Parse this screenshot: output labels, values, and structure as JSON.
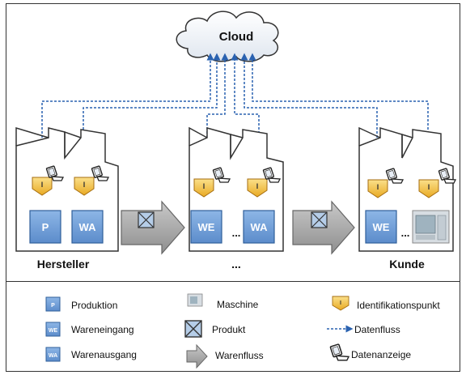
{
  "cloud_label": "Cloud",
  "sites": [
    {
      "caption": "Hersteller",
      "boxes": [
        "P",
        "WA"
      ],
      "separator": ""
    },
    {
      "caption": "...",
      "boxes": [
        "WE",
        "WA"
      ],
      "separator": "..."
    },
    {
      "caption": "Kunde",
      "boxes": [
        "WE"
      ],
      "separator": "..."
    }
  ],
  "identifikation_symbol": "I",
  "legend": {
    "produktion": {
      "abbr": "P",
      "label": "Produktion"
    },
    "wareneingang": {
      "abbr": "WE",
      "label": "Wareneingang"
    },
    "warenausgang": {
      "abbr": "WA",
      "label": "Warenausgang"
    },
    "maschine": "Maschine",
    "produkt": "Produkt",
    "warenfluss": "Warenfluss",
    "identifikationspunkt": "Identifikationspunkt",
    "datenfluss": "Datenfluss",
    "datenanzeige": "Datenanzeige"
  },
  "colors": {
    "box_fill": "#6f9fd8",
    "box_stroke": "#2f5f9a",
    "id_fill": "#f5c242",
    "data_flow": "#2a62b0",
    "arrow_fill": "#a9a9a9"
  }
}
